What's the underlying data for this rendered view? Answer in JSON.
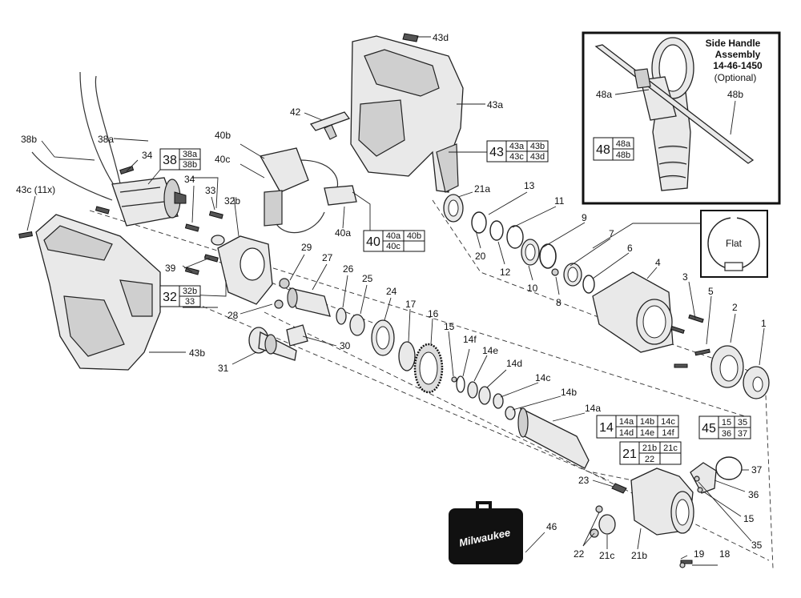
{
  "side_handle": {
    "title_line1": "Side Handle",
    "title_line2": "Assembly",
    "part_number": "14-46-1450",
    "optional_text": "(Optional)",
    "label_48a": "48a",
    "label_48b": "48b",
    "group": {
      "num": "48",
      "cells": [
        "48a",
        "48b"
      ]
    }
  },
  "flat_inset": {
    "label": "Flat"
  },
  "brand": {
    "logo_text": "Milwaukee"
  },
  "groups": {
    "g38": {
      "num": "38",
      "cells": [
        "38a",
        "38b"
      ]
    },
    "g43": {
      "num": "43",
      "cells": [
        "43a",
        "43b",
        "43c",
        "43d"
      ]
    },
    "g40": {
      "num": "40",
      "cells": [
        "40a",
        "40b",
        "40c",
        ""
      ]
    },
    "g32": {
      "num": "32",
      "cells": [
        "32b",
        "33"
      ]
    },
    "g14": {
      "num": "14",
      "cells": [
        "14a",
        "14b",
        "14c",
        "14d",
        "14e",
        "14f"
      ]
    },
    "g45": {
      "num": "45",
      "cells": [
        "15",
        "35",
        "36",
        "37"
      ]
    },
    "g21": {
      "num": "21",
      "cells": [
        "21b",
        "21c",
        "22",
        ""
      ]
    }
  },
  "labels": {
    "l43d": "43d",
    "l42": "42",
    "l43a_top": "43a",
    "l38a": "38a",
    "l38b": "38b",
    "l34a": "34",
    "l34b": "34",
    "l33": "33",
    "l32b": "32b",
    "l43c": "43c (11x)",
    "l40b": "40b",
    "l40c": "40c",
    "l40a": "40a",
    "l21a": "21a",
    "l13": "13",
    "l11": "11",
    "l9": "9",
    "l7": "7",
    "l6": "6",
    "l4": "4",
    "l3": "3",
    "l5": "5",
    "l2": "2",
    "l1": "1",
    "l20": "20",
    "l12": "12",
    "l10": "10",
    "l8": "8",
    "l39": "39",
    "l29": "29",
    "l27": "27",
    "l26": "26",
    "l25": "25",
    "l24": "24",
    "l17": "17",
    "l16": "16",
    "l15a": "15",
    "l14f": "14f",
    "l14e": "14e",
    "l14d": "14d",
    "l14c": "14c",
    "l14b": "14b",
    "l14a": "14a",
    "l28": "28",
    "l30": "30",
    "l31": "31",
    "l43b": "43b",
    "l23": "23",
    "l37": "37",
    "l36": "36",
    "l15b": "15",
    "l35": "35",
    "l46": "46",
    "l22": "22",
    "l21c": "21c",
    "l21b": "21b",
    "l19": "19",
    "l18": "18"
  }
}
